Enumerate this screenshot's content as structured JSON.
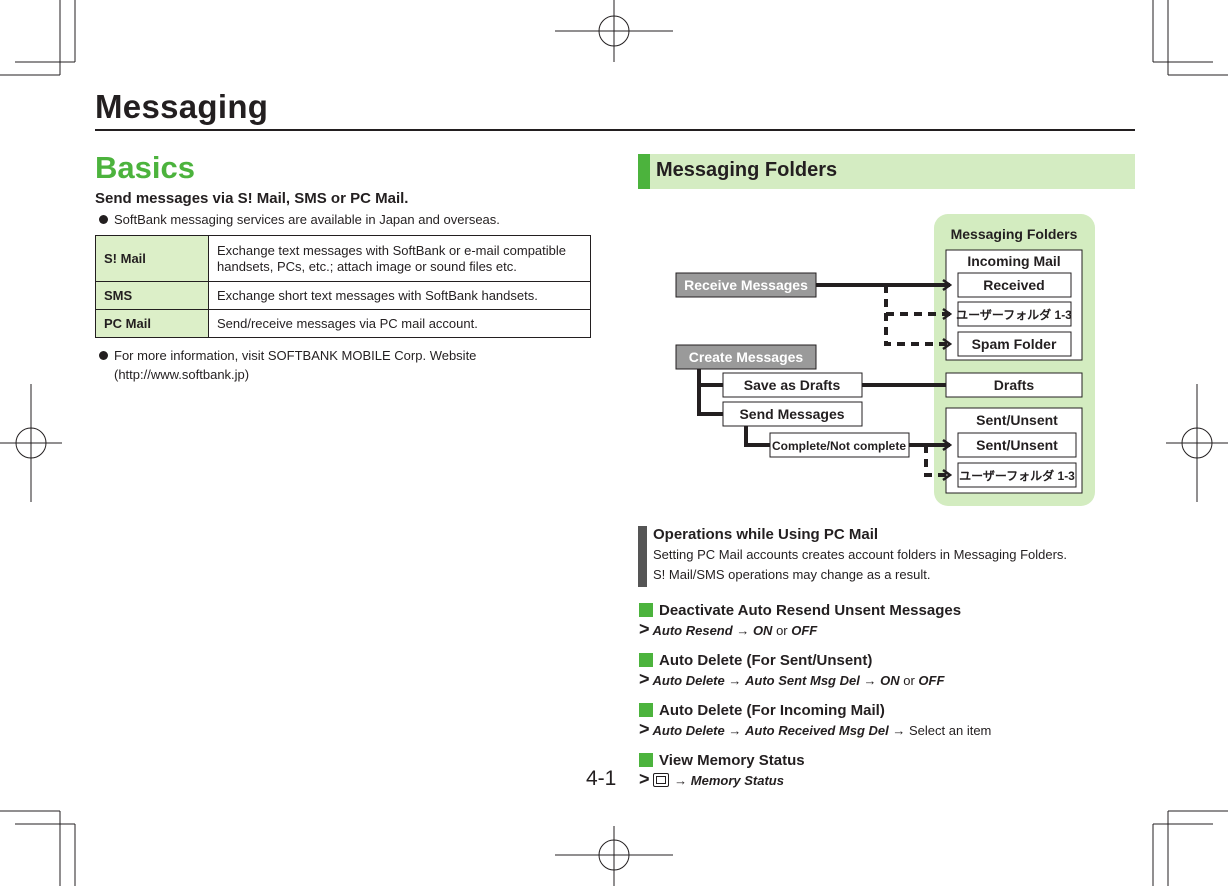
{
  "header": {
    "title": "Messaging"
  },
  "basics": {
    "heading": "Basics",
    "lead": "Send messages via S! Mail, SMS or PC Mail.",
    "note1": "SoftBank messaging services are available in Japan and overseas.",
    "table": [
      {
        "name": "S! Mail",
        "desc_line1": "Exchange text messages with SoftBank or e-mail compatible",
        "desc_line2": "handsets, PCs, etc.; attach image or sound files etc."
      },
      {
        "name": "SMS",
        "desc_line1": "Exchange short text messages with SoftBank handsets."
      },
      {
        "name": "PC Mail",
        "desc_line1": "Send/receive messages via PC mail account."
      }
    ],
    "note2_line1": "For more information, visit SOFTBANK MOBILE Corp. Website",
    "note2_line2": "(http://www.softbank.jp)"
  },
  "folders": {
    "heading": "Messaging Folders",
    "diagram": {
      "panel_title": "Messaging Folders",
      "receive": "Receive Messages",
      "create": "Create Messages",
      "save_drafts": "Save as Drafts",
      "send": "Send Messages",
      "complete": "Complete/Not complete",
      "incoming_mail": "Incoming Mail",
      "received": "Received",
      "user_folder_in": "ユーザーフォルダ 1-3",
      "spam": "Spam Folder",
      "drafts": "Drafts",
      "sent_unsent_group": "Sent/Unsent",
      "sent_unsent": "Sent/Unsent",
      "user_folder_out": "ユーザーフォルダ 1-3"
    }
  },
  "note": {
    "title": "Operations while Using PC Mail",
    "line1": "Setting PC Mail accounts creates account folders in Messaging Folders.",
    "line2": "S! Mail/SMS operations may change as a result."
  },
  "operations": [
    {
      "heading": "Deactivate Auto Resend Unsent Messages",
      "path": [
        "Auto Resend",
        "ON",
        "or",
        "OFF"
      ]
    },
    {
      "heading": "Auto Delete (For Sent/Unsent)",
      "path": [
        "Auto Delete",
        "Auto Sent Msg Del",
        "ON",
        "or",
        "OFF"
      ]
    },
    {
      "heading": "Auto Delete (For Incoming Mail)",
      "path": [
        "Auto Delete",
        "Auto Received Msg Del",
        "Select an item"
      ]
    },
    {
      "heading": "View Memory Status",
      "path": [
        "Memory Status"
      ]
    }
  ],
  "symbols": {
    "step": ">",
    "then": "→",
    "mail_key": "mail-key-icon"
  },
  "page_number": "4-1",
  "colors": {
    "accent_green": "#4cb33d",
    "light_green": "#d4ecc2",
    "panel_green": "#d3ecc0",
    "table_green": "#dcefc8",
    "grey_button": "#9a9a9a"
  }
}
